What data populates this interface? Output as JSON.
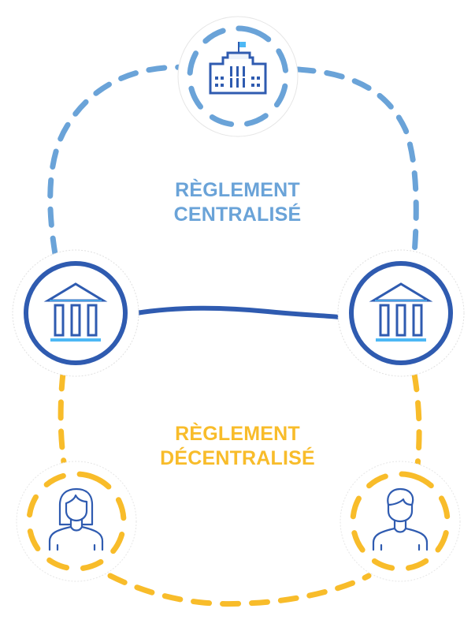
{
  "colors": {
    "centralized": "#6aa3d8",
    "bank": "#2f5bb0",
    "decentralized": "#f8bc2a",
    "accent_light_blue": "#4db8f5",
    "halo": "#d9d9d9",
    "background": "#ffffff"
  },
  "labels": {
    "centralized": {
      "line1": "RÈGLEMENT",
      "line2": "CENTRALISÉ"
    },
    "decentralized": {
      "line1": "RÈGLEMENT",
      "line2": "DÉCENTRALISÉ"
    }
  },
  "nodes": [
    {
      "id": "central-bank",
      "icon": "government-building-with-flag-icon",
      "ring": "dashed",
      "color": "centralized"
    },
    {
      "id": "bank-left",
      "icon": "bank-columns-icon",
      "ring": "solid",
      "color": "bank"
    },
    {
      "id": "bank-right",
      "icon": "bank-columns-icon",
      "ring": "solid",
      "color": "bank"
    },
    {
      "id": "person-woman",
      "icon": "woman-user-icon",
      "ring": "dashed",
      "color": "decentralized"
    },
    {
      "id": "person-man",
      "icon": "man-user-icon",
      "ring": "dashed",
      "color": "decentralized"
    }
  ],
  "connections": [
    {
      "from": "bank-left",
      "to": "central-bank",
      "style": "dashed",
      "color": "centralized"
    },
    {
      "from": "central-bank",
      "to": "bank-right",
      "style": "dashed",
      "color": "centralized"
    },
    {
      "from": "bank-left",
      "to": "bank-right",
      "style": "solid",
      "color": "bank"
    },
    {
      "from": "bank-left",
      "to": "person-woman",
      "style": "dashed",
      "color": "decentralized"
    },
    {
      "from": "bank-right",
      "to": "person-man",
      "style": "dashed",
      "color": "decentralized"
    },
    {
      "from": "person-woman",
      "to": "person-man",
      "style": "dashed",
      "color": "decentralized"
    }
  ]
}
